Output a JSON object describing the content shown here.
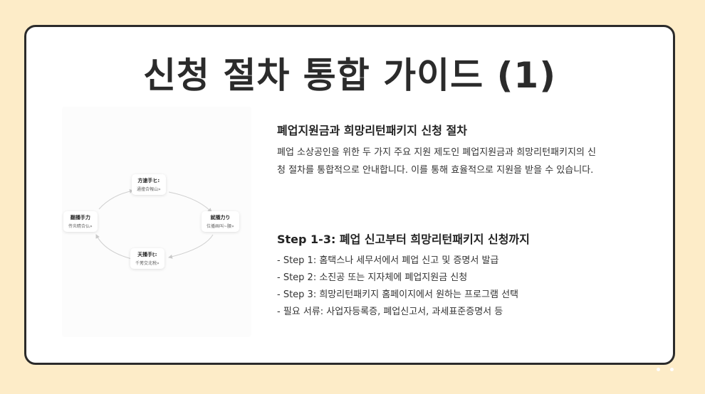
{
  "title": "신청 절차 통합 가이드 (1)",
  "diagram": {
    "nodes": [
      {
        "title": "方速手ヒ:",
        "sub": "通撞合報山»"
      },
      {
        "title": "就播力り",
        "sub": "位播画叫~腰»"
      },
      {
        "title": "天播手ﾋ:",
        "sub": "千莠交北税»"
      },
      {
        "title": "翻播手力",
        "sub": "传炎睛合仏»"
      }
    ]
  },
  "section1": {
    "heading": "폐업지원금과 희망리턴패키지 신청 절차",
    "line1": "폐업 소상공인을 위한 두 가지 주요 지원 제도인 폐업지원금과 희망리턴패키지의 신",
    "line2": "청 절차를 통합적으로 안내합니다. 이를 통해 효율적으로 지원을 받을 수 있습니다."
  },
  "section2": {
    "heading": "Step 1-3: 폐업 신고부터 희망리턴패키지 신청까지",
    "items": [
      "- Step 1: 홈택스나 세무서에서 폐업 신고 및 증명서 발급",
      "- Step 2: 소진공 또는 지자체에 폐업지원금 신청",
      "- Step 3: 희망리턴패키지 홈페이지에서 원하는 프로그램 선택",
      "- 필요 서류: 사업자등록증, 폐업신고서, 과세표준증명서 등"
    ]
  }
}
